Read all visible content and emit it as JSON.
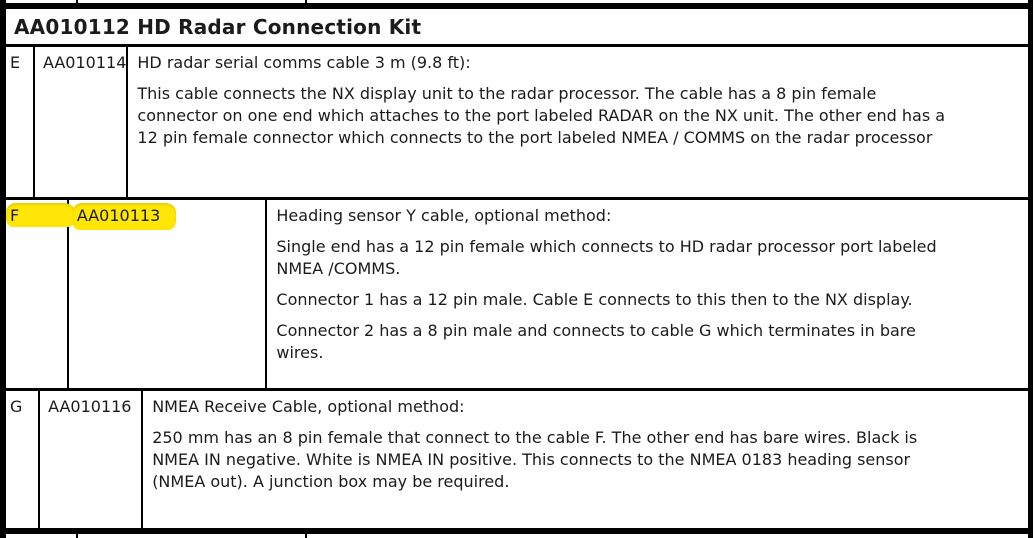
{
  "table": {
    "title": "AA010112 HD Radar Connection Kit",
    "highlight_color": "#ffe606",
    "rows": [
      {
        "id": "E",
        "part_number": "AA010114",
        "highlighted": false,
        "paragraphs": [
          "HD radar serial comms cable 3 m (9.8 ft):",
          "This cable connects the NX display unit to the radar processor. The cable has a 8 pin female connector on one end which attaches to the port labeled RADAR on the NX unit. The other end has a 12 pin female connector which connects to the port labeled NMEA / COMMS on the radar processor"
        ]
      },
      {
        "id": "F",
        "part_number": "AA010113",
        "highlighted": true,
        "paragraphs": [
          "Heading sensor Y cable, optional method:",
          "Single end has a 12 pin female which connects to HD radar processor port labeled NMEA /COMMS.",
          "Connector 1 has a 12 pin male. Cable E connects to this then to the NX display.",
          "Connector 2 has a 8 pin male and connects to cable G which terminates in bare wires."
        ]
      },
      {
        "id": "G",
        "part_number": "AA010116",
        "highlighted": false,
        "paragraphs": [
          "NMEA Receive Cable, optional method:",
          "250 mm has an 8 pin female that connect to the cable F. The other end has bare wires. Black is NMEA IN negative. White is NMEA IN positive. This connects to the NMEA 0183 heading sensor (NMEA out). A junction box may be required."
        ]
      }
    ]
  }
}
